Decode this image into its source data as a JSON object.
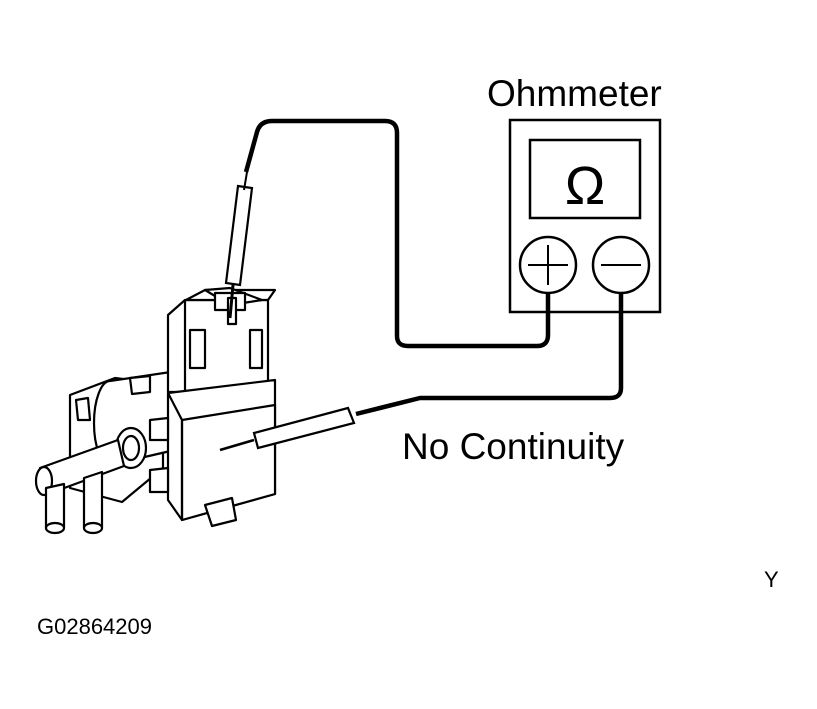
{
  "labels": {
    "meter_name": "Ohmmeter",
    "ohm_symbol": "Ω",
    "result": "No Continuity",
    "corner_letter": "Y",
    "figure_code": "G02864209"
  },
  "colors": {
    "ink": "#000000",
    "paper": "#ffffff"
  }
}
